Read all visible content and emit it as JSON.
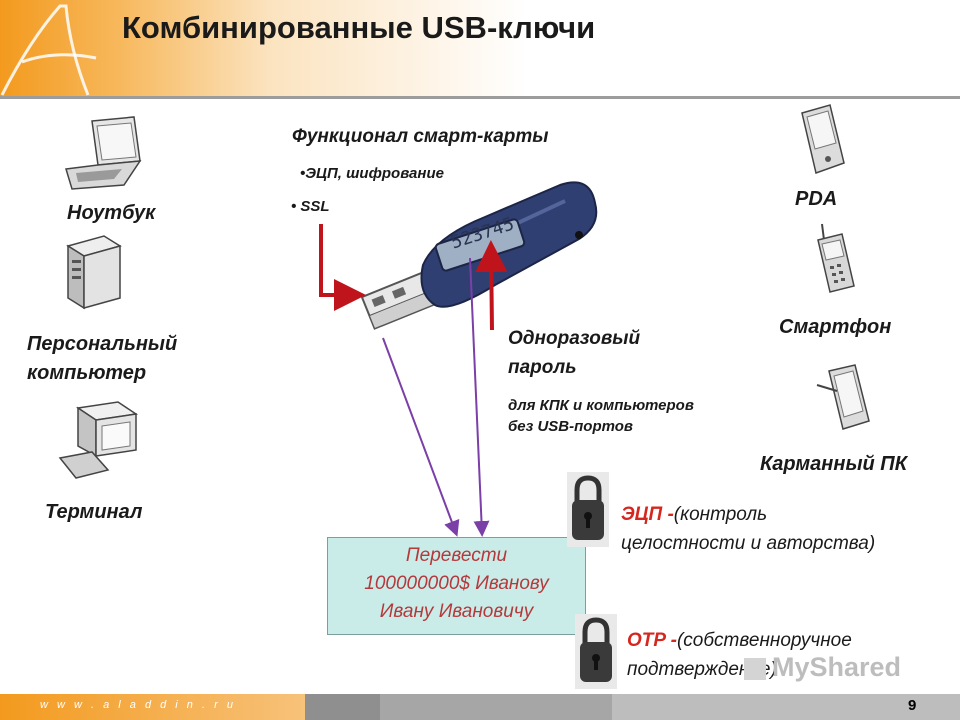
{
  "header": {
    "title": "Комбинированные USB-ключи"
  },
  "footer": {
    "url": "w w w . a l a d d i n . r u",
    "page_number": "9"
  },
  "devices": {
    "laptop": "Ноутбук",
    "pc_line1": "Персональный",
    "pc_line2": "компьютер",
    "terminal": "Терминал",
    "pda": "PDA",
    "smartphone": "Смартфон",
    "pocket_pc": "Карманный ПК"
  },
  "smartcard": {
    "title": "Функционал смарт-карты",
    "bullet1": "•ЭЦП, шифрование",
    "bullet2": "• SSL"
  },
  "otp": {
    "title_line1": "Одноразовый",
    "title_line2": "пароль",
    "desc_line1": "для КПК и компьютеров",
    "desc_line2": "без USB-портов"
  },
  "token_display": "523745",
  "transaction": {
    "line1": "Перевести",
    "line2": "100000000$ Иванову",
    "line3": "Ивану Ивановичу"
  },
  "security": {
    "ecp_label": "ЭЦП -",
    "ecp_text1": "(контроль",
    "ecp_text2": "целостности и авторства)",
    "otp_label": "OTP -",
    "otp_text1": "(собственноручное",
    "otp_text2": "подтверждение)"
  },
  "watermark": "MyShared",
  "colors": {
    "accent_orange": "#f39a1e",
    "arrow_red": "#c0141c",
    "arrow_purple": "#7b3fa8",
    "box_fill": "#c9ece9",
    "text_red": "#d6271f"
  }
}
